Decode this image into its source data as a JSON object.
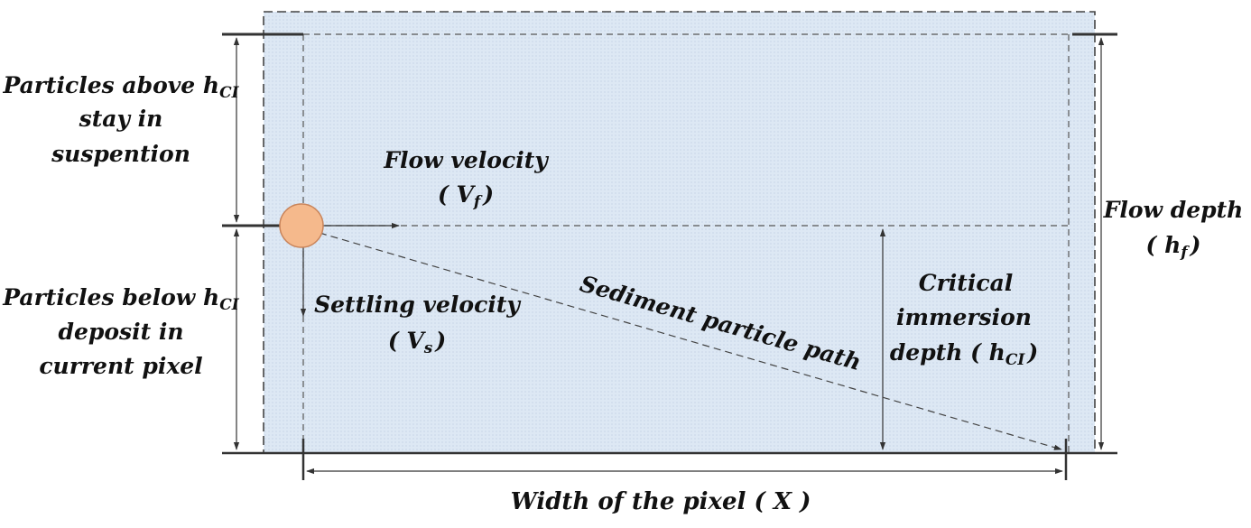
{
  "labels": {
    "above_line1_pre": "Particles above h",
    "above_line1_sub": "CI",
    "above_line2": "stay in",
    "above_line3": "suspention",
    "below_line1_pre": "Particles below h",
    "below_line1_sub": "CI",
    "below_line2": "deposit in",
    "below_line3": "current pixel",
    "flow_velocity": "Flow velocity",
    "flow_velocity_sym_open": "( V",
    "flow_velocity_sym_sub": "f",
    "flow_velocity_sym_close": ")",
    "settling_velocity": "Settling velocity",
    "settling_velocity_sym_open": "( V",
    "settling_velocity_sym_sub": "s",
    "settling_velocity_sym_close": ")",
    "sediment_path": "Sediment particle path",
    "critical_line1": "Critical",
    "critical_line2": "immersion",
    "critical_line3_pre": "depth ( h",
    "critical_line3_sub": "CI",
    "critical_line3_post": ")",
    "flow_depth": "Flow depth",
    "flow_depth_sym_open": "( h",
    "flow_depth_sym_sub": "f",
    "flow_depth_sym_close": ")",
    "pixel_width": "Width of the pixel ( X )"
  },
  "colors": {
    "pixel_fill": "#dde8f4",
    "particle_fill": "#f5b98c",
    "particle_stroke": "#c9845a",
    "line": "#333333"
  }
}
